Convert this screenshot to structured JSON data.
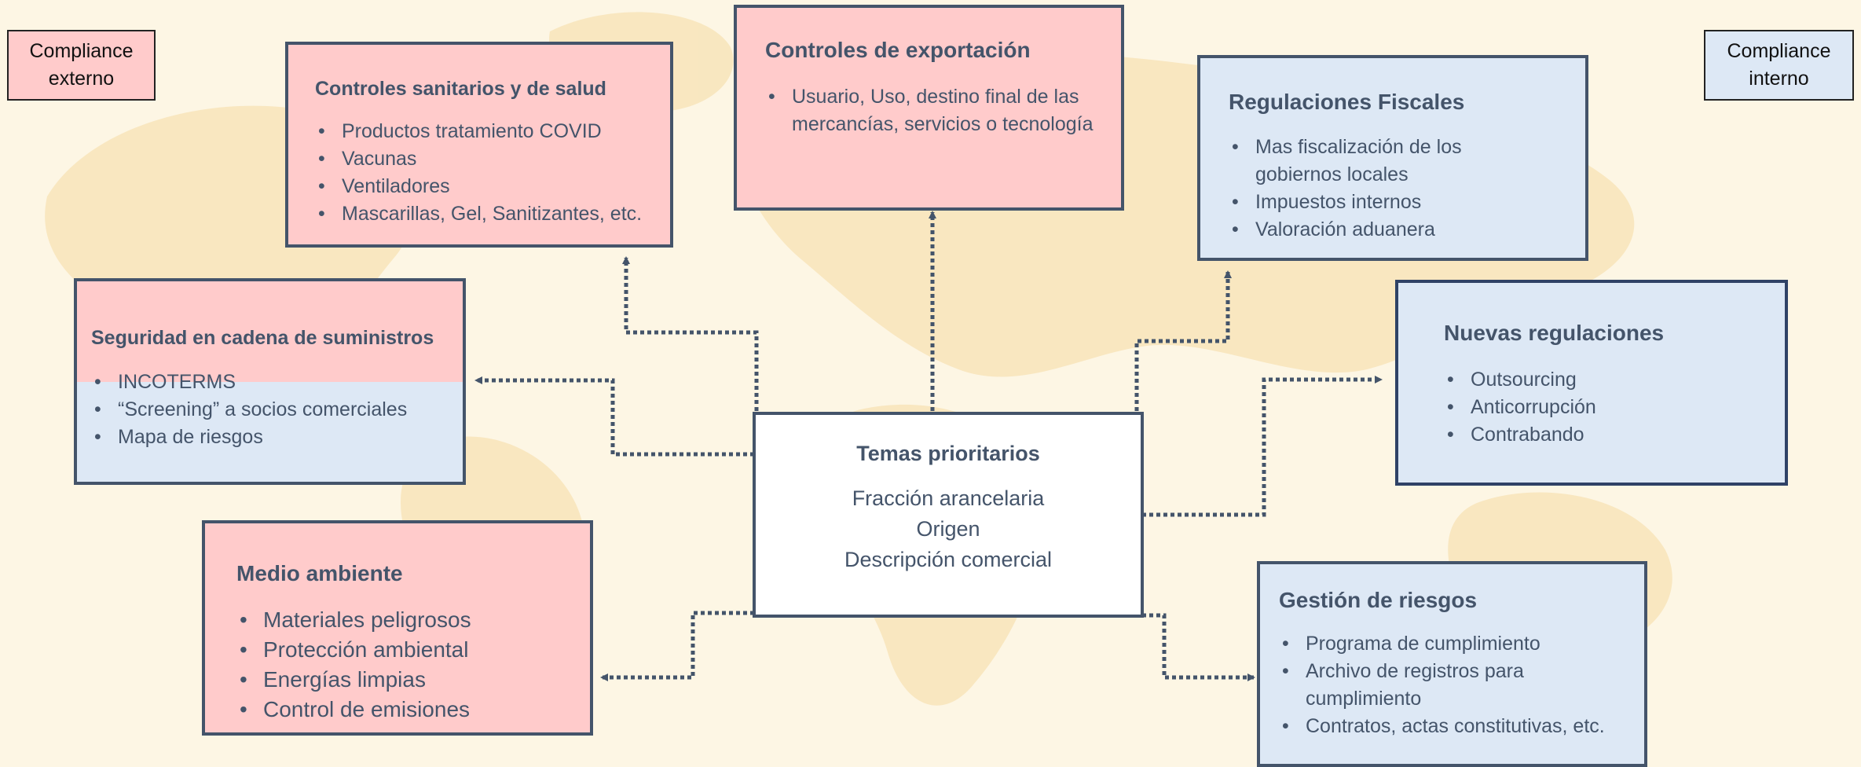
{
  "legend": {
    "external": "Compliance externo",
    "internal": "Compliance interno"
  },
  "center": {
    "title": "Temas prioritarios",
    "items": [
      "Fracción arancelaria",
      "Origen",
      "Descripción comercial"
    ]
  },
  "boxes": {
    "sanitarios": {
      "title": "Controles sanitarios y de salud",
      "items": [
        "Productos tratamiento COVID",
        "Vacunas",
        "Ventiladores",
        "Mascarillas, Gel, Sanitizantes, etc."
      ]
    },
    "exportacion": {
      "title": "Controles de exportación",
      "items": [
        "Usuario, Uso, destino final de las mercancías, servicios o tecnología"
      ]
    },
    "fiscales": {
      "title": "Regulaciones Fiscales",
      "items": [
        "Mas fiscalización de los gobiernos locales",
        "Impuestos internos",
        "Valoración aduanera"
      ]
    },
    "seguridad": {
      "title": "Seguridad en cadena de suministros",
      "items": [
        "INCOTERMS",
        "“Screening” a socios comerciales",
        "Mapa de riesgos"
      ]
    },
    "nuevas": {
      "title": "Nuevas regulaciones",
      "items": [
        "Outsourcing",
        "Anticorrupción",
        "Contrabando"
      ]
    },
    "ambiente": {
      "title": "Medio ambiente",
      "items": [
        "Materiales peligrosos",
        "Protección ambiental",
        "Energías limpias",
        "Control de emisiones"
      ]
    },
    "riesgos": {
      "title": "Gestión de riesgos",
      "items": [
        "Programa de cumplimiento",
        "Archivo de registros para cumplimiento",
        "Contratos, actas constitutivas, etc."
      ]
    }
  },
  "colors": {
    "external_fill": "#ffcbcb",
    "internal_fill": "#dde8f5",
    "border": "#44546a",
    "connector": "#44546a",
    "background": "#fdf6e4"
  }
}
